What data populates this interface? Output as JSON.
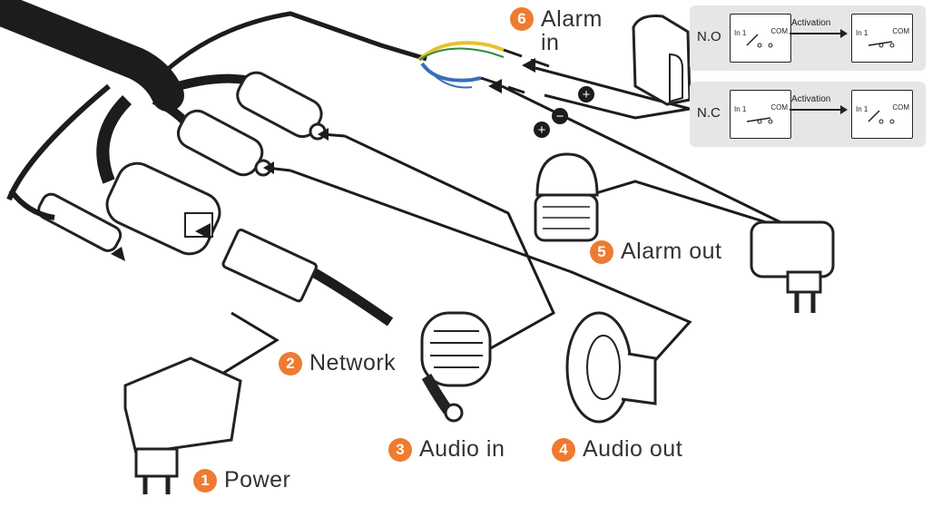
{
  "callouts": {
    "power": {
      "number": "1",
      "label": "Power"
    },
    "network": {
      "number": "2",
      "label": "Network"
    },
    "audio_in": {
      "number": "3",
      "label": "Audio in"
    },
    "audio_out": {
      "number": "4",
      "label": "Audio out"
    },
    "alarm_out": {
      "number": "5",
      "label": "Alarm out"
    },
    "alarm_in": {
      "number": "6",
      "label": "Alarm in"
    }
  },
  "relay": {
    "no": {
      "mode": "N.O",
      "activation": "Activation",
      "in_pin": "In 1",
      "com_pin": "COM"
    },
    "nc": {
      "mode": "N.C",
      "activation": "Activation",
      "in_pin": "In 1",
      "com_pin": "COM"
    }
  },
  "polarity": {
    "plus": "+",
    "minus": "−"
  },
  "colors": {
    "badge": "#ee7b30",
    "cable": "#1c1c1c",
    "wire_yellow": "#e6c12a",
    "wire_blue": "#3a6fb5",
    "relay_panel": "#e6e6e6"
  },
  "icons": [
    "power-adapter-icon",
    "network-plug-icon",
    "microphone-icon",
    "speaker-icon",
    "siren-icon",
    "pir-sensor-icon",
    "adapter-icon"
  ]
}
